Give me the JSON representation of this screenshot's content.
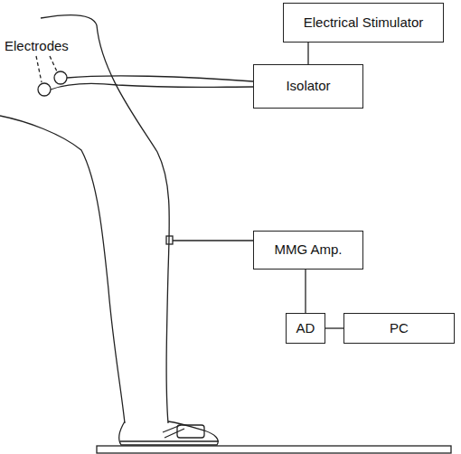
{
  "diagram": {
    "nodes": [
      {
        "text": [
          "Electrical Stimulator"
        ]
      },
      {
        "text": [
          "Isolator"
        ]
      },
      {
        "text": [
          "MMG Amp."
        ]
      },
      {
        "text": [
          "AD"
        ]
      },
      {
        "text": [
          "PC"
        ]
      }
    ],
    "edges": [
      {
        "from": 0,
        "to": 1,
        "arrow": "none"
      },
      {
        "from": 2,
        "to": 3,
        "arrow": "none"
      },
      {
        "from": 3,
        "to": 4,
        "arrow": "none"
      }
    ],
    "labels": [
      "Electrodes"
    ]
  }
}
